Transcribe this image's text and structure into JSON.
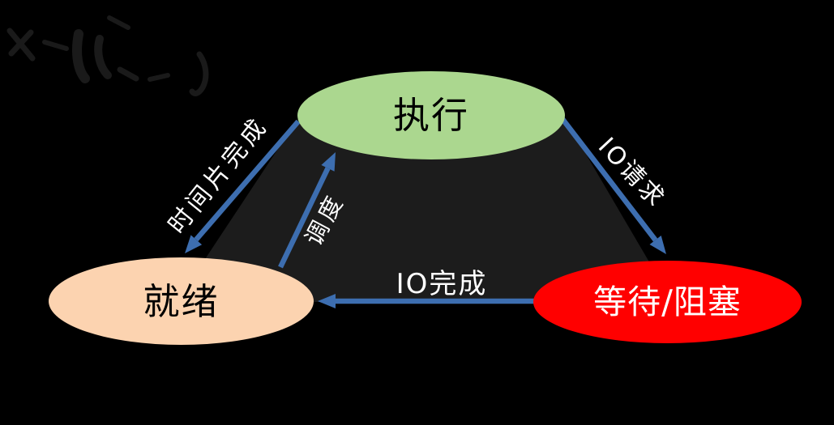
{
  "canvas": {
    "background": "#000000",
    "panel_color": "#1c1c1c",
    "scribble_color": "#1a1a1a"
  },
  "diagram": {
    "type": "state-transition-diagram",
    "nodes": [
      {
        "id": "running",
        "label": "执行",
        "shape": "ellipse",
        "fill": "#abd78f",
        "text_color": "#000000"
      },
      {
        "id": "ready",
        "label": "就绪",
        "shape": "ellipse",
        "fill": "#fcd3b0",
        "text_color": "#000000"
      },
      {
        "id": "blocked",
        "label": "等待/阻塞",
        "shape": "ellipse",
        "fill": "#ff0000",
        "text_color": "#ffffff"
      }
    ],
    "edges": [
      {
        "id": "timeslice-complete",
        "from": "running",
        "to": "ready",
        "label": "时间片完成"
      },
      {
        "id": "schedule",
        "from": "ready",
        "to": "running",
        "label": "调度"
      },
      {
        "id": "io-request",
        "from": "running",
        "to": "blocked",
        "label": "IO请求"
      },
      {
        "id": "io-complete",
        "from": "blocked",
        "to": "ready",
        "label": "IO完成"
      }
    ],
    "colors": {
      "arrow": "#3d6eb0",
      "edge_label_text": "#ffffff"
    }
  }
}
